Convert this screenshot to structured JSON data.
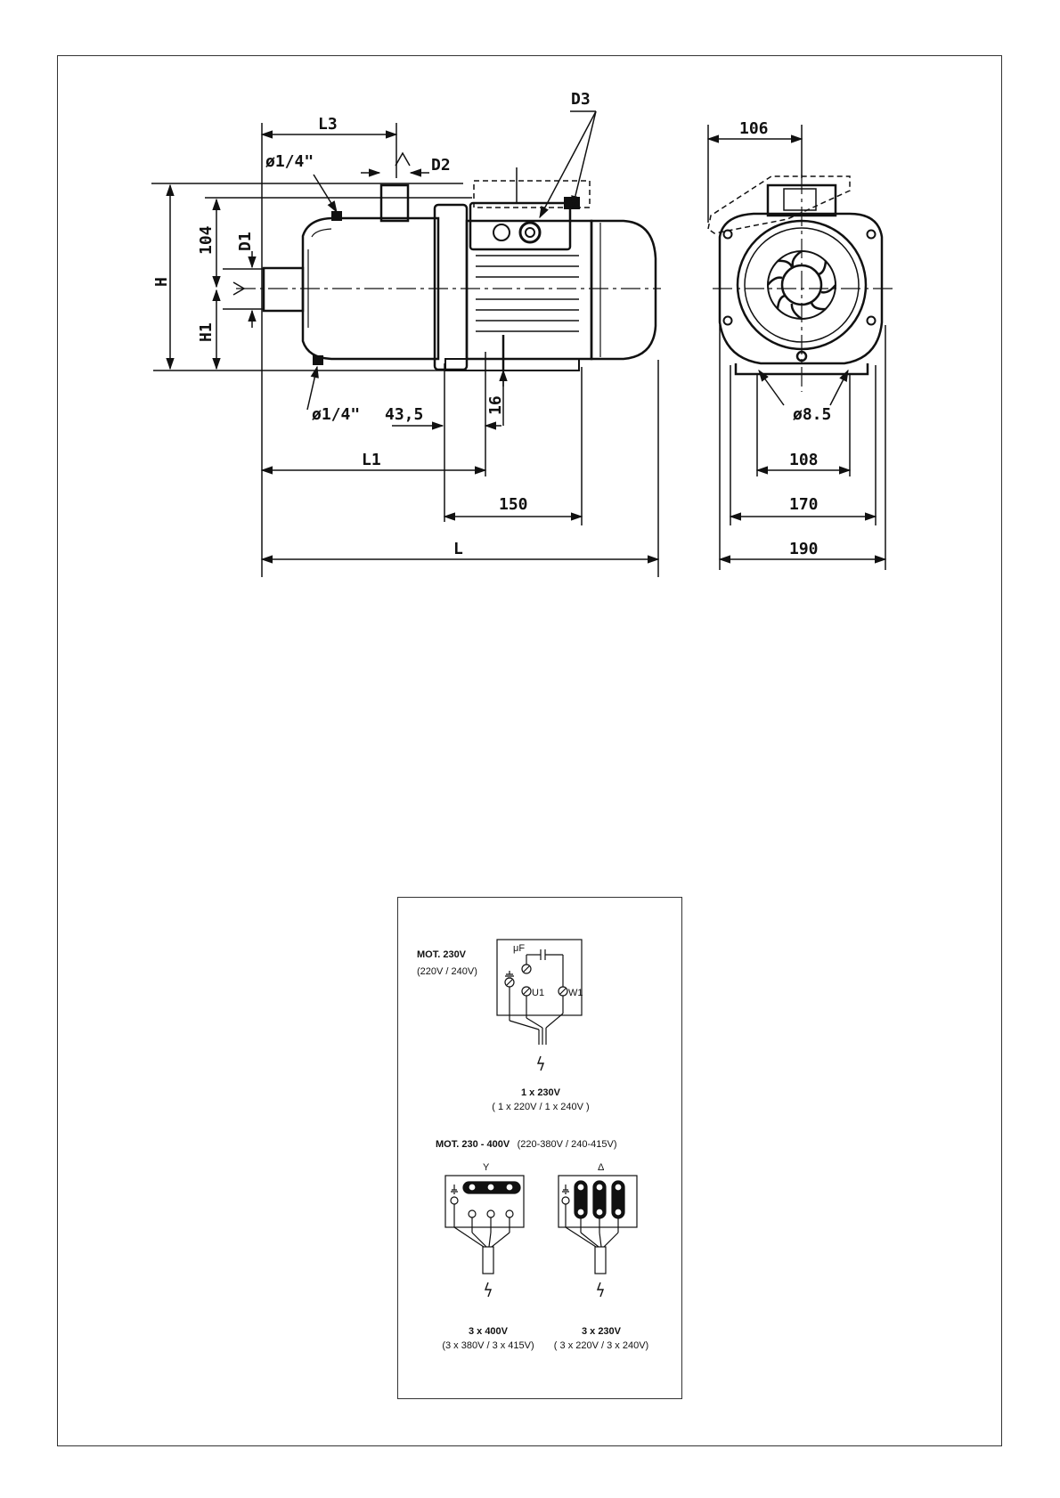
{
  "side_view": {
    "dims": {
      "L3": "L3",
      "D3": "D3",
      "D2": "D2",
      "D1": "D1",
      "H": "H",
      "H1": "H1",
      "d104": "104",
      "port_top": "ø1/4\"",
      "port_bottom": "ø1/4\"",
      "d43_5": "43,5",
      "d16": "16",
      "L1": "L1",
      "d150": "150",
      "L": "L"
    }
  },
  "front_view": {
    "dims": {
      "d106": "106",
      "hole": "ø8.5",
      "d108": "108",
      "d170": "170",
      "d190": "190"
    }
  },
  "wiring": {
    "single_phase": {
      "title": "MOT. 230V",
      "subtitle": "(220V / 240V)",
      "cap": "μF",
      "t_u1": "U1",
      "t_w1": "W1",
      "supply": "1 x 230V",
      "supply_alt": "( 1 x 220V / 1 x 240V )"
    },
    "three_phase": {
      "title_bold": "MOT. 230 - 400V",
      "title_rest": "(220-380V / 240-415V)",
      "star_symbol": "Y",
      "delta_symbol": "Δ",
      "star_supply": "3 x 400V",
      "star_supply_alt": "(3 x 380V / 3 x 415V)",
      "delta_supply": "3 x 230V",
      "delta_supply_alt": "( 3 x 220V / 3 x 240V)"
    }
  }
}
